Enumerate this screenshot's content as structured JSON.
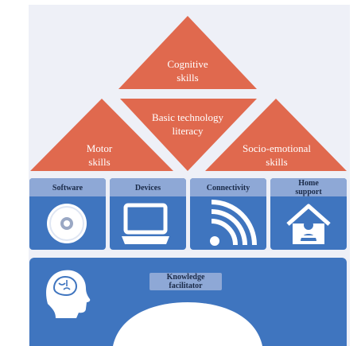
{
  "colors": {
    "background_panel": "#eef0f7",
    "triangle": "#e0694e",
    "pillar_blue": "#3f75bf",
    "pillar_header": "#8ea8d6",
    "white": "#ffffff"
  },
  "roof": {
    "top": "Cognitive\nskills",
    "middle": "Basic technology\nliteracy",
    "left": "Motor\nskills",
    "right": "Socio-emotional\nskills"
  },
  "pillars": [
    {
      "label": "Software",
      "icon": "cd-disc-icon"
    },
    {
      "label": "Devices",
      "icon": "laptop-icon"
    },
    {
      "label": "Connectivity",
      "icon": "wifi-signal-icon"
    },
    {
      "label": "Home\nsupport",
      "icon": "home-person-icon"
    }
  ],
  "base": {
    "label": "Knowledge\nfacilitator",
    "icon": "brain-head-icon"
  }
}
